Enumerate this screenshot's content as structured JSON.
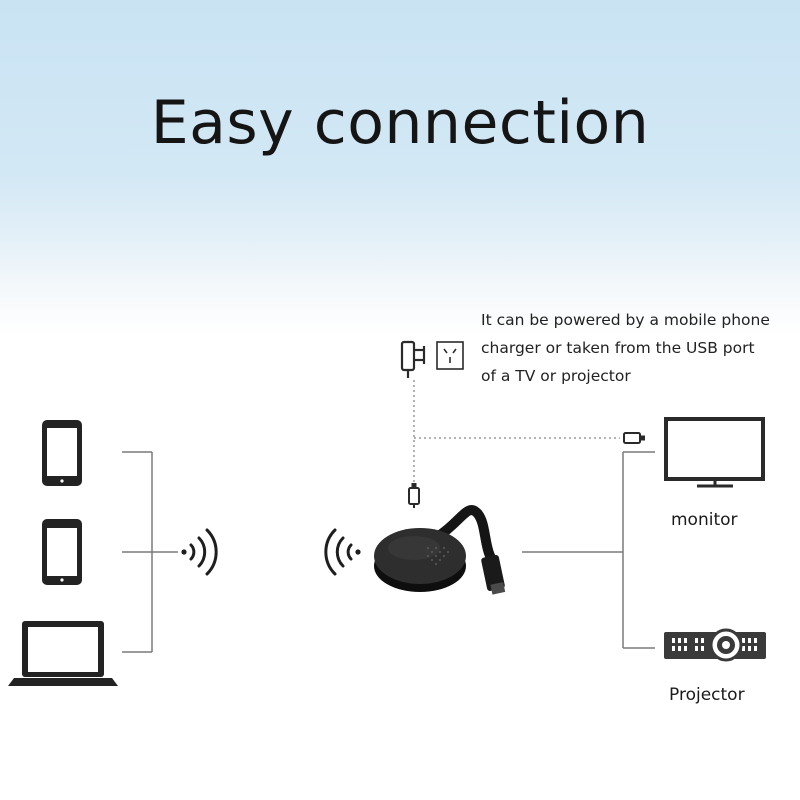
{
  "title": "Easy connection",
  "power_note": {
    "lines": [
      "It can be powered by a mobile phone",
      "charger or taken from the USB port",
      "of a TV or projector"
    ]
  },
  "outputs": {
    "monitor_label": "monitor",
    "projector_label": "Projector"
  },
  "colors": {
    "sky_top": "#c9e3f3",
    "device_dark": "#2a2a2a",
    "line_gray": "#777777"
  }
}
